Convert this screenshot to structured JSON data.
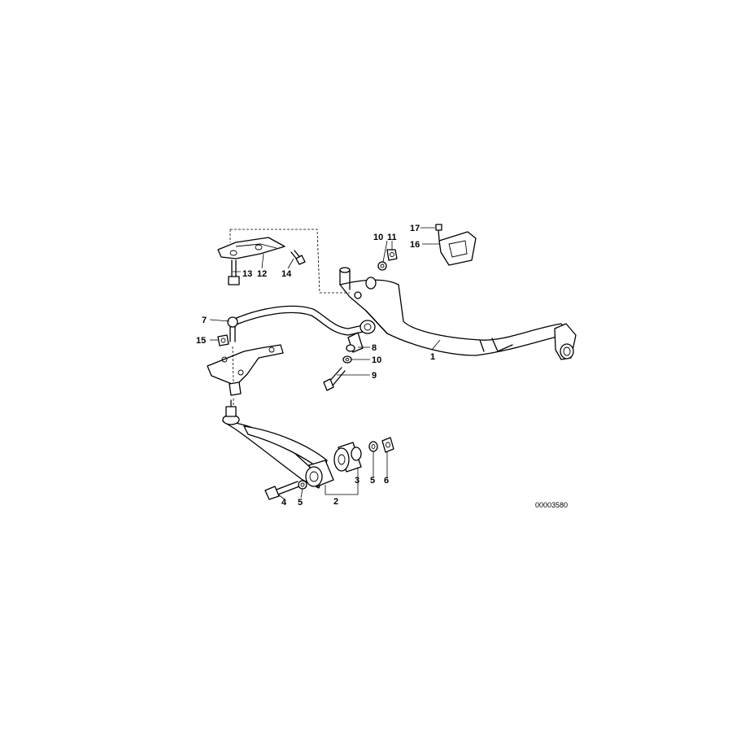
{
  "diagram": {
    "labels": {
      "l1": "1",
      "l2": "2",
      "l3": "3",
      "l4": "4",
      "l5a": "5",
      "l5b": "5",
      "l6": "6",
      "l7": "7",
      "l8": "8",
      "l9": "9",
      "l10a": "10",
      "l10b": "10",
      "l11": "11",
      "l12": "12",
      "l13": "13",
      "l14": "14",
      "l15": "15",
      "l16": "16",
      "l17": "17"
    },
    "drawing_code": "00003580"
  }
}
